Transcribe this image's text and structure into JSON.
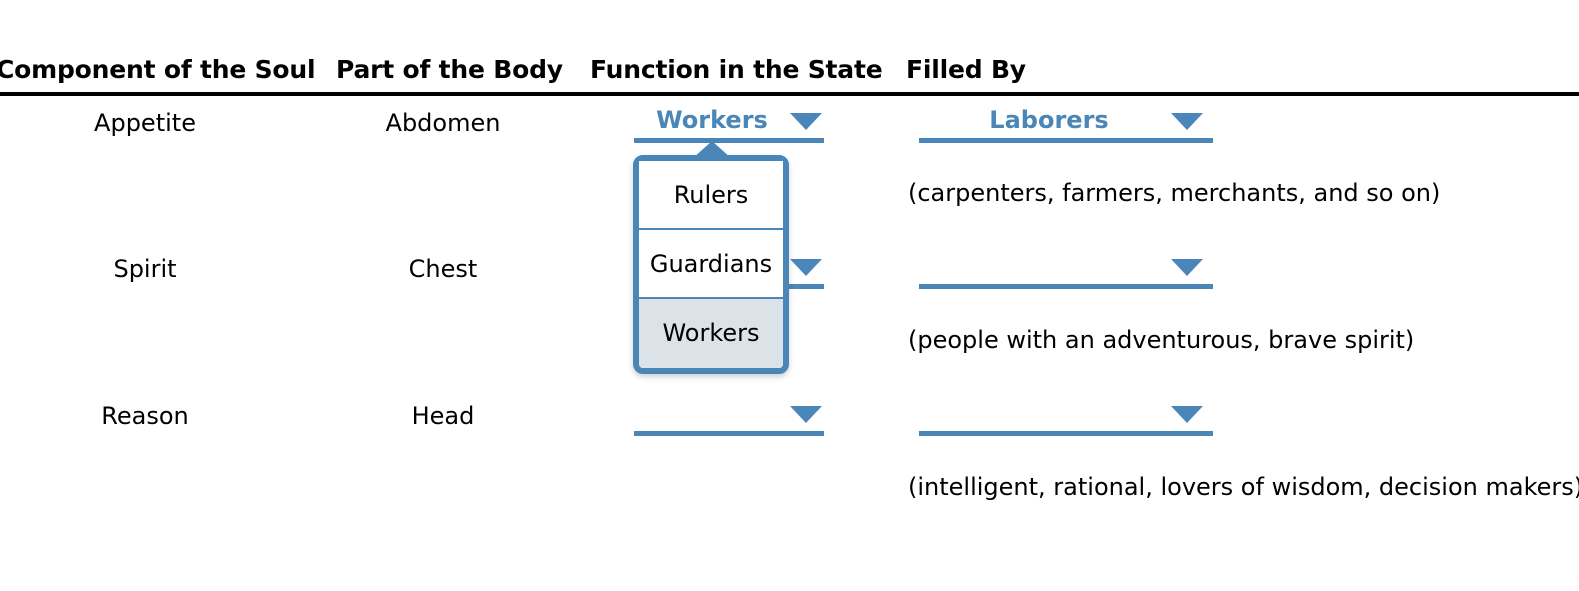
{
  "table": {
    "headers": [
      "Component of the Soul",
      "Part of the Body",
      "Function in the State",
      "Filled By"
    ],
    "rows": [
      {
        "soul": "Appetite",
        "body": "Abdomen",
        "function_value": "Workers",
        "filled_by_value": "Laborers",
        "description": "(carpenters, farmers, merchants, and so on)"
      },
      {
        "soul": "Spirit",
        "body": "Chest",
        "function_value": "",
        "filled_by_value": "",
        "description": "(people with an adventurous, brave spirit)"
      },
      {
        "soul": "Reason",
        "body": "Head",
        "function_value": "",
        "filled_by_value": "",
        "description": "(intelligent, rational, lovers of wisdom, decision makers)"
      }
    ]
  },
  "dropdown_popup": {
    "open_for": "Function in the State",
    "options": [
      {
        "label": "Rulers",
        "selected": false
      },
      {
        "label": "Guardians",
        "selected": false
      },
      {
        "label": "Workers",
        "selected": true
      }
    ]
  },
  "colors": {
    "accent_blue": "#4a86b8",
    "option_highlight": "#dce3e8",
    "text": "#000000",
    "rule": "#000000"
  },
  "icons": {
    "dropdown_arrow": "chevron-down-icon",
    "popup_caret": "caret-up-icon"
  }
}
